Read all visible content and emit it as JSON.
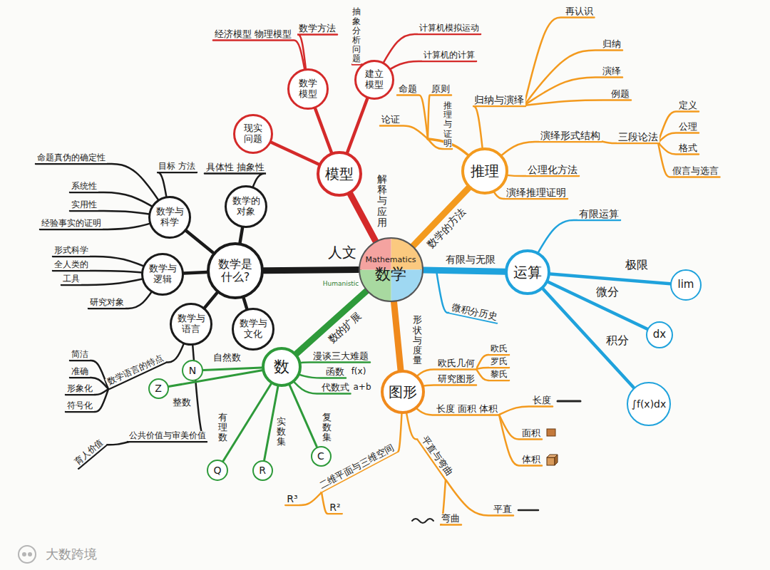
{
  "diagram": {
    "nodes": [
      {
        "text": [
          "Mathematics",
          "数学"
        ]
      },
      {
        "text": [
          "模型"
        ]
      },
      {
        "text": [
          "推理"
        ]
      },
      {
        "text": [
          "运算"
        ]
      },
      {
        "text": [
          "图形"
        ]
      },
      {
        "text": [
          "数"
        ]
      },
      {
        "text": [
          "数学是什么?"
        ]
      },
      {
        "text": [
          "现实问题"
        ]
      },
      {
        "text": [
          "数学模型"
        ]
      },
      {
        "text": [
          "建立模型"
        ]
      },
      {
        "text": [
          "数学与科学"
        ]
      },
      {
        "text": [
          "数学的对象"
        ]
      },
      {
        "text": [
          "数学与逻辑"
        ]
      },
      {
        "text": [
          "数学与语言"
        ]
      },
      {
        "text": [
          "数学与文化"
        ]
      },
      {
        "text": [
          "lim"
        ]
      },
      {
        "text": [
          "dx"
        ]
      },
      {
        "text": [
          "∫f(x)dx"
        ]
      },
      {
        "text": [
          "N"
        ]
      },
      {
        "text": [
          "Z"
        ]
      },
      {
        "text": [
          "Q"
        ]
      },
      {
        "text": [
          "R"
        ]
      },
      {
        "text": [
          "C"
        ]
      }
    ],
    "edges": [
      {
        "from": 0,
        "to": 1,
        "arrow": "none"
      },
      {
        "from": 0,
        "to": 2,
        "arrow": "none"
      },
      {
        "from": 0,
        "to": 3,
        "arrow": "none"
      },
      {
        "from": 0,
        "to": 4,
        "arrow": "none"
      },
      {
        "from": 0,
        "to": 5,
        "arrow": "none"
      },
      {
        "from": 0,
        "to": 6,
        "arrow": "none"
      },
      {
        "from": 1,
        "to": 7,
        "arrow": "none"
      },
      {
        "from": 1,
        "to": 8,
        "arrow": "none"
      },
      {
        "from": 1,
        "to": 9,
        "arrow": "none"
      },
      {
        "from": 6,
        "to": 10,
        "arrow": "none"
      },
      {
        "from": 6,
        "to": 11,
        "arrow": "none"
      },
      {
        "from": 6,
        "to": 12,
        "arrow": "none"
      },
      {
        "from": 6,
        "to": 13,
        "arrow": "none"
      },
      {
        "from": 6,
        "to": 14,
        "arrow": "none"
      },
      {
        "from": 3,
        "to": 15,
        "arrow": "none"
      },
      {
        "from": 3,
        "to": 16,
        "arrow": "none"
      },
      {
        "from": 3,
        "to": 17,
        "arrow": "none"
      },
      {
        "from": 5,
        "to": 18,
        "arrow": "none"
      },
      {
        "from": 5,
        "to": 19,
        "arrow": "none"
      },
      {
        "from": 5,
        "to": 20,
        "arrow": "none"
      },
      {
        "from": 5,
        "to": 21,
        "arrow": "none"
      },
      {
        "from": 5,
        "to": 22,
        "arrow": "none"
      }
    ],
    "labels": [
      "经济模型 物理模型",
      "数学方法",
      "抽象分析问题",
      "计算机模拟运动",
      "计算机的计算",
      "解释与应用",
      "数学的方法",
      "命题",
      "原则",
      "论证",
      "推理与证明",
      "归纳与演绎",
      "再认识",
      "归纳",
      "演绎",
      "例题",
      "演绎形式结构",
      "三段论法",
      "定义",
      "公理",
      "格式",
      "假言与选言",
      "公理化方法",
      "演绎推理证明",
      "有限与无限",
      "有限运算",
      "极限",
      "微分",
      "积分",
      "微积分历史",
      "形状与度量",
      "欧氏几何",
      "欧氏",
      "罗氏",
      "黎氏",
      "研究图形",
      "长度 面积 体积",
      "长度",
      "面积",
      "体积",
      "平直与弯曲",
      "平直",
      "弯曲",
      "二维平面与三维空间",
      "R³",
      "R²",
      "数的扩展",
      "漫谈三大难题",
      "函数",
      "f(x)",
      "代数式",
      "a+b",
      "有理数",
      "实数集",
      "复数集",
      "自然数",
      "整数",
      "人文",
      "Humanistic",
      "命题真伪的确定性",
      "目标 方法",
      "系统性",
      "实用性",
      "经验事实的证明",
      "具体性 抽象性",
      "形式科学",
      "全人类的",
      "工具",
      "研究对象",
      "数学语言的特点",
      "简洁",
      "准确",
      "形象化",
      "符号化",
      "公共价值与审美价值",
      "育人价值",
      "大数跨境"
    ]
  }
}
